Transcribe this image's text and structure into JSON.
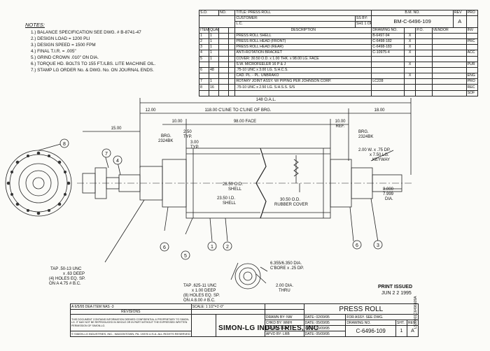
{
  "notes": {
    "heading": "NOTES:",
    "items": [
      "1.) BALANCE SPECIFICATION SEE DWG. # B-8741-47",
      "2.) DESIGN LOAD = 1200 PLI",
      "3.) DESIGN SPEED = 1500 FPM",
      "4.) FINAL T.I.R. = .005\"",
      "5.) GRIND CROWN .010\" ON DIA.",
      "6.) TORQUE HD. BOLTS TO 155 FT./LBS. LITE MACHINE OIL.",
      "7.) STAMP LG ORDER No. & DWG. No. ON JOURNAL ENDS."
    ]
  },
  "bom": {
    "so_label": "S.O.",
    "no_label": "NO.",
    "title_label": "TITLE:",
    "title": "PRESS ROLL",
    "customer_label": "CUSTOMER:",
    "customer": "L.C.",
    "ss_by": "SS BY:",
    "sheet_of": "SH1 1 OF 1",
    "bm_label": "B.M. NO.",
    "bm_no": "BM-C-6496-109",
    "rev_label": "REV",
    "rev": "A",
    "col_item": "ITEM",
    "col_quan": "QUAN.",
    "col_desc": "DESCRIPTION",
    "col_drawing": "DRAWING NO.",
    "col_po": "P.O.",
    "col_vendor": "VENDOR",
    "rows": [
      {
        "item": "1",
        "quan": "1",
        "desc": "PRESS ROLL SHELL",
        "dwg": "B-6497-94",
        "x": "X"
      },
      {
        "item": "2",
        "quan": "1",
        "desc": "PRESS ROLL HEAD (FRONT)",
        "dwg": "C-6498-182",
        "x": "X"
      },
      {
        "item": "3",
        "quan": "1",
        "desc": "PRESS ROLL HEAD (REAR)",
        "dwg": "C-6498-183",
        "x": "X"
      },
      {
        "item": "4",
        "quan": "1",
        "desc": "ANTI-ROTATION BRACKET",
        "dwg": "C-10975-4",
        "x": "X"
      },
      {
        "item": "5",
        "quan": "1",
        "desc": "COVER: 30.50 O.D. x 1.00 THK. x 98.00 LG. FACE",
        "dwg": "",
        "x": ""
      },
      {
        "item": "",
        "quan": "",
        "desc": "S.W. MICROFEELER  16 P & J",
        "dwg": "",
        "x": "X"
      },
      {
        "item": "6",
        "quan": "48",
        "desc": ".75-10 UNC x 3.00 LG. S.H.C.S.",
        "dwg": "",
        "x": ""
      },
      {
        "item": "",
        "quan": "",
        "desc": "CAD. PL. - PL.   UNBRAKO",
        "dwg": "",
        "x": "X"
      },
      {
        "item": "7",
        "quan": "1",
        "desc": "ROTARY JOINT ASSY. W/ PIPING PER JOHNSON CORP.",
        "dwg": "LC228",
        "x": ""
      },
      {
        "item": "8",
        "quan": "16",
        "desc": ".75-10 UNC x 2.50 LG. S.H.S.S.     S/S",
        "dwg": "",
        "x": ""
      }
    ],
    "side_labels": [
      "PRO",
      "INV",
      "PRC",
      "ACC",
      "PUR",
      "ENG",
      "PRO",
      "REC",
      "SOF"
    ]
  },
  "dims": {
    "oal": "148  O.A.L.",
    "d12": "12.00",
    "brg": "118.00 C'LINE TO C'LINE OF BRG.",
    "d18": "18.00",
    "d15": "15.00",
    "d10a": "10.00",
    "face": "98.00 FACE",
    "d10b": "10.00",
    "ref": "REF.",
    "brg_l1": "BRG.",
    "brg_l2": "2324BK",
    "brg_r1": "BRG.",
    "brg_r2": "2324BK",
    "typ1": "2.50",
    "typ2": "TYP.",
    "typ3": "3.00",
    "typ4": "TYP.",
    "shell1": "28.50 O.D.",
    "shell2": "SHELL",
    "id1": "23.50 I.D.",
    "id2": "SHELL",
    "cover1": "30.50 O.D.",
    "cover2": "RUBBER COVER",
    "key1": "2.00 W. x .75 DP.",
    "key2": "x 7.50 LG.",
    "key3": "KEYWAY",
    "dia1": "8.000",
    "dia2": "7.999",
    "dia3": "DIA.",
    "tap1a": "TAP .50-13 UNC",
    "tap1b": "x .63 DEEP",
    "tap1c": "(4) HOLES EQ. SP.",
    "tap1d": "ON A 4.75 # B.C.",
    "tap2a": "TAP .625-11 UNC",
    "tap2b": "x 1.00 DEEP",
    "tap2c": "(8) HOLES EQ. SP.",
    "tap2d": "ON A 8.00 # B.C.",
    "cb1": "6.355/6.350 DIA.",
    "cb2": "C'BORE x .25 DP.",
    "thru1": "2.00 DIA.",
    "thru2": "THRU"
  },
  "balloons": [
    "8",
    "7",
    "4",
    "6",
    "5",
    "1",
    "2",
    "6",
    "3"
  ],
  "stamp": {
    "line1": "PRINT ISSUED",
    "line2": "JUN 2 2 1995"
  },
  "title_block": {
    "rev_row": "A  6/5/95 DEA  ITEM NAS -3",
    "revisions": "REVISIONS",
    "confidential": "THIS DOCUMENT CONTAINS INFORMATION DEEMED CONFIDENTIAL & PROPRIETARY TO SIMON-LG. IT MAY NOT BE REPRODUCED IN WHOLE OR IN PART WITHOUT THE EXPRESSED WRITTEN PERMISSION OF SIMON-LG.",
    "copyright": "© SIMON-LG INDUSTRIES, INC., WAGONTOWN, PA. 19376 U.S.A.  ALL RIGHTS RESERVED",
    "scale": "SCALE: 1 1/2\"=1'-0\"",
    "company": "SIMON-LG INDUSTRIES, INC",
    "title": "PRESS ROLL",
    "for": "FOR ASSY. SEE DWG.",
    "drawn": "DRAWN BY: NW",
    "drawn_date": "DATE: 02/09/95",
    "checked": "CHKD BY: WMH",
    "checked_date": "DATE: 05/09/95",
    "design": "DES BY: DEA",
    "design_date": "DATE: 05/09/95",
    "approved": "APVD BY: LRB",
    "approved_date": "DATE: 05/09/95",
    "dwg_label": "DRAWING NO.",
    "dwg_no": "C-6496-109",
    "sht_label": "SHT.",
    "sht": "1",
    "rev_label": "REV.",
    "rev": "A"
  },
  "side_code": "LS30001C6496109A"
}
